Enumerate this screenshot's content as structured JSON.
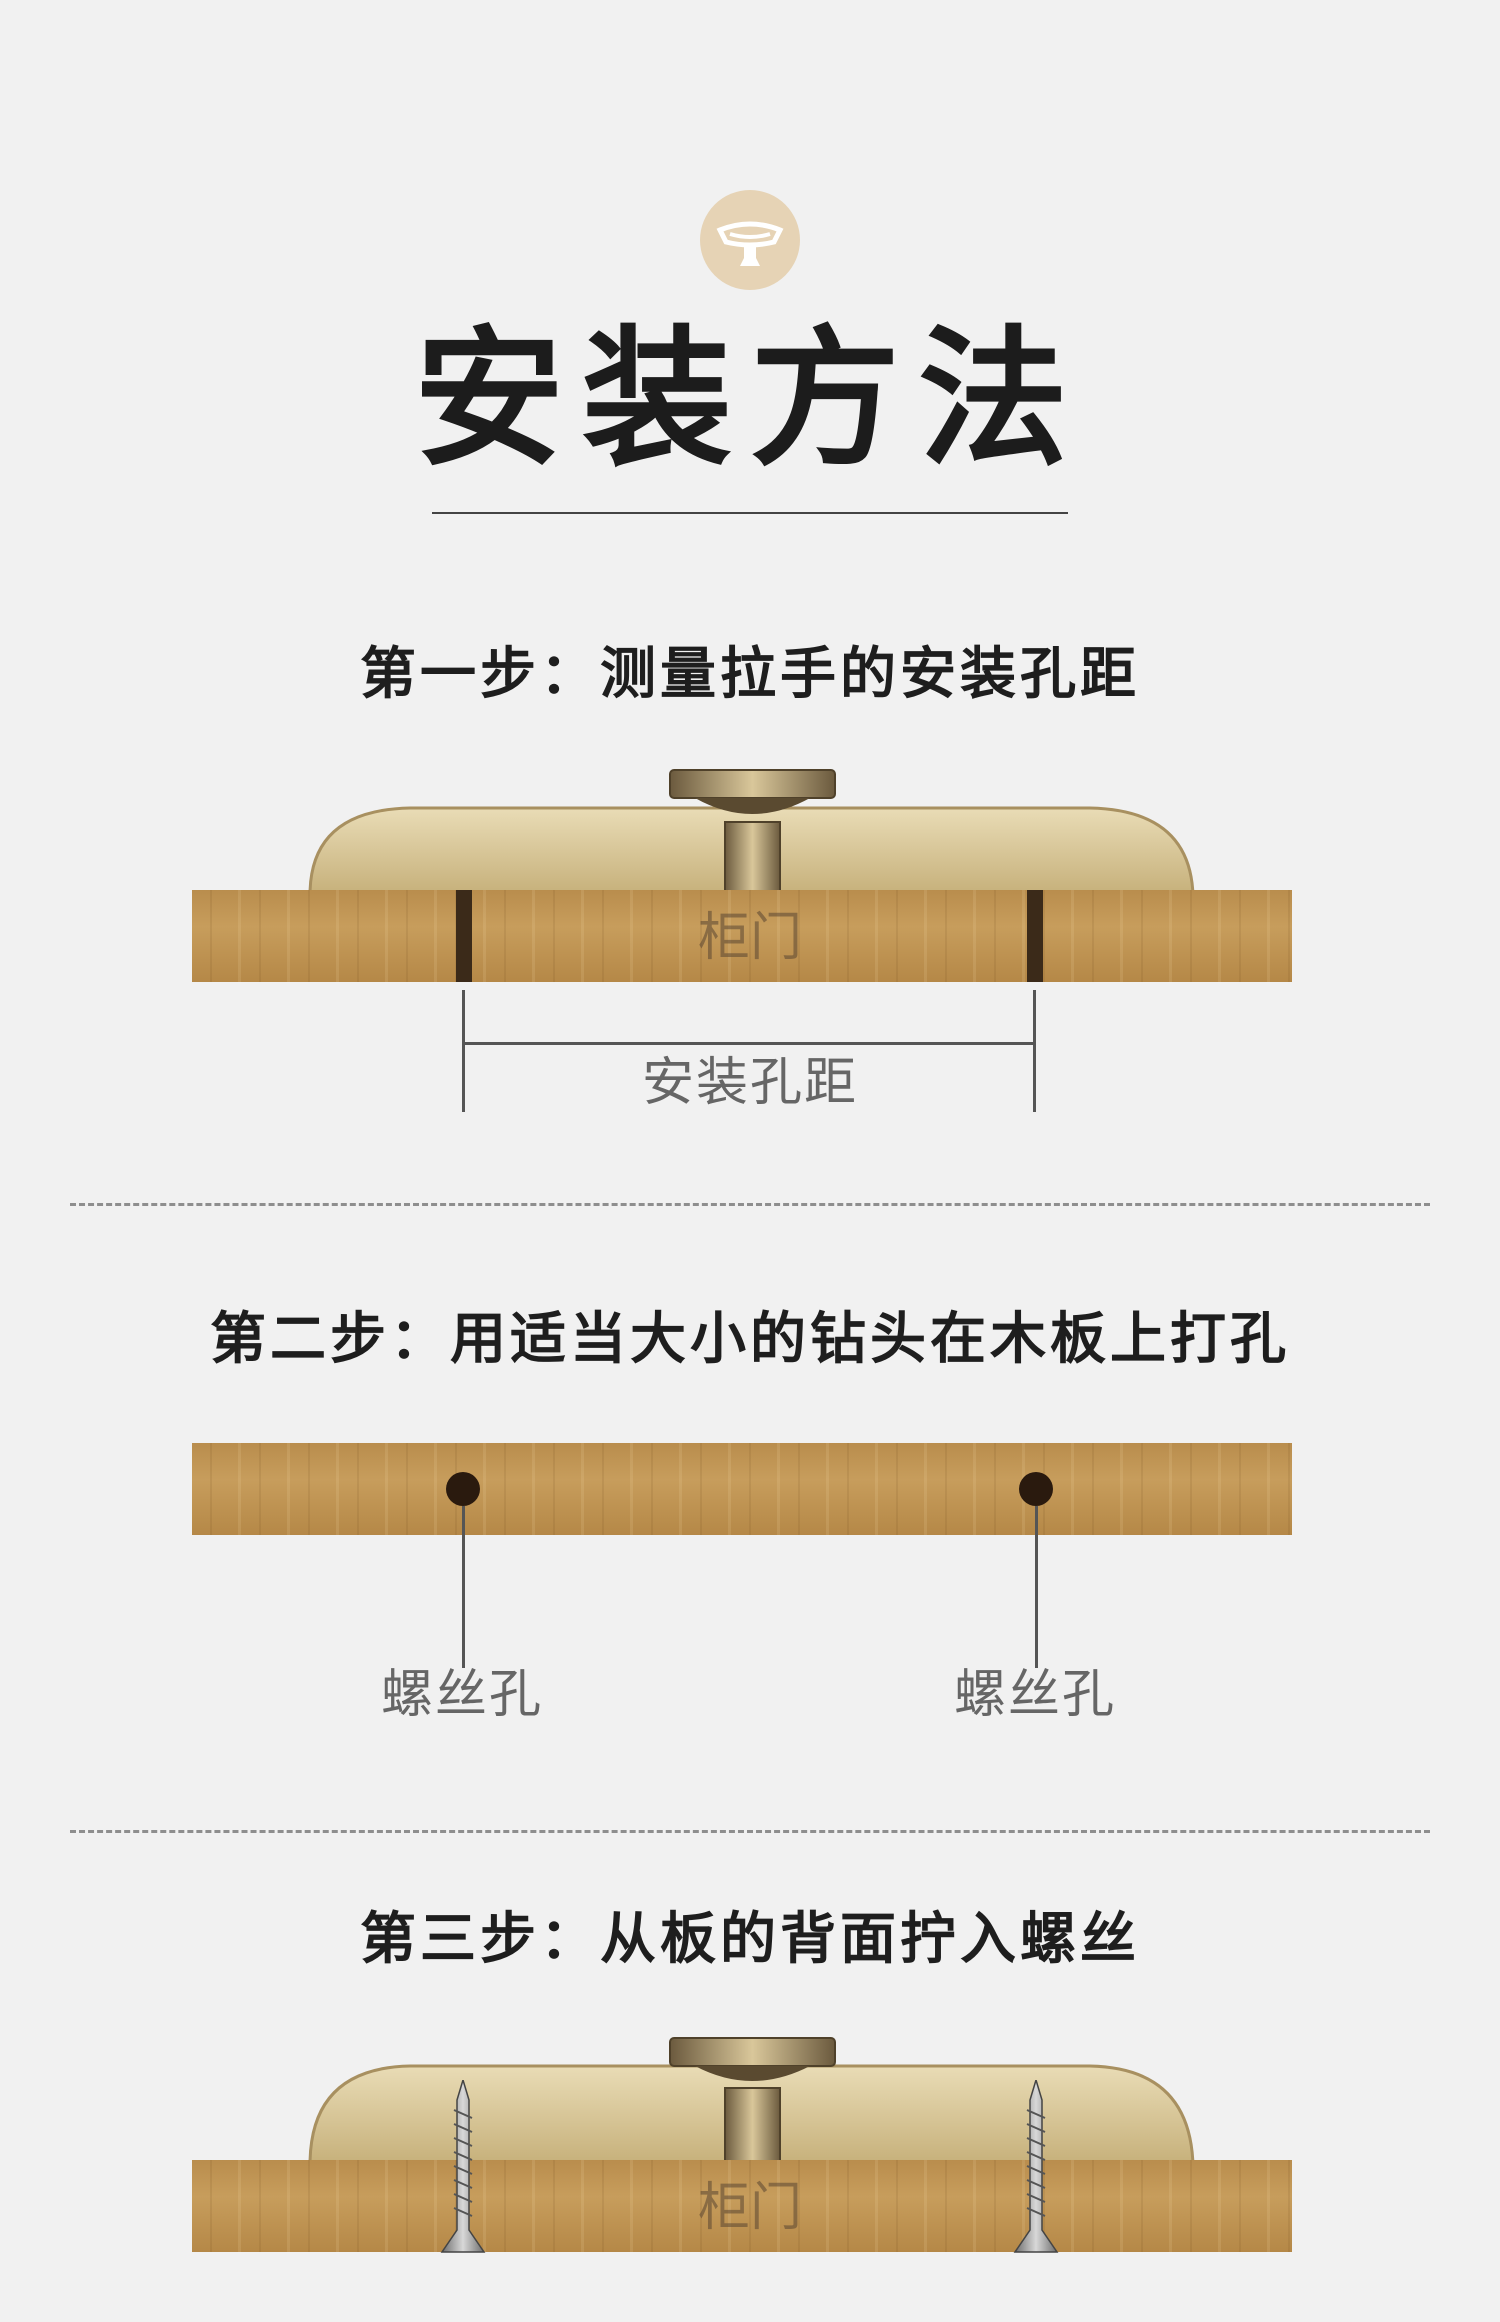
{
  "header": {
    "title": "安装方法"
  },
  "steps": [
    {
      "title": "第一步：测量拉手的安装孔距",
      "board_label": "柜门",
      "dimension_label": "安装孔距"
    },
    {
      "title": "第二步：用适当大小的钻头在木板上打孔",
      "hole_labels": [
        "螺丝孔",
        "螺丝孔"
      ]
    },
    {
      "title": "第三步：从板的背面拧入螺丝",
      "board_label": "柜门"
    }
  ],
  "colors": {
    "background": "#f1f1f1",
    "wood": "#c79d5c",
    "brass": "#d8c79a",
    "accent_circle": "#e6d3b5"
  }
}
